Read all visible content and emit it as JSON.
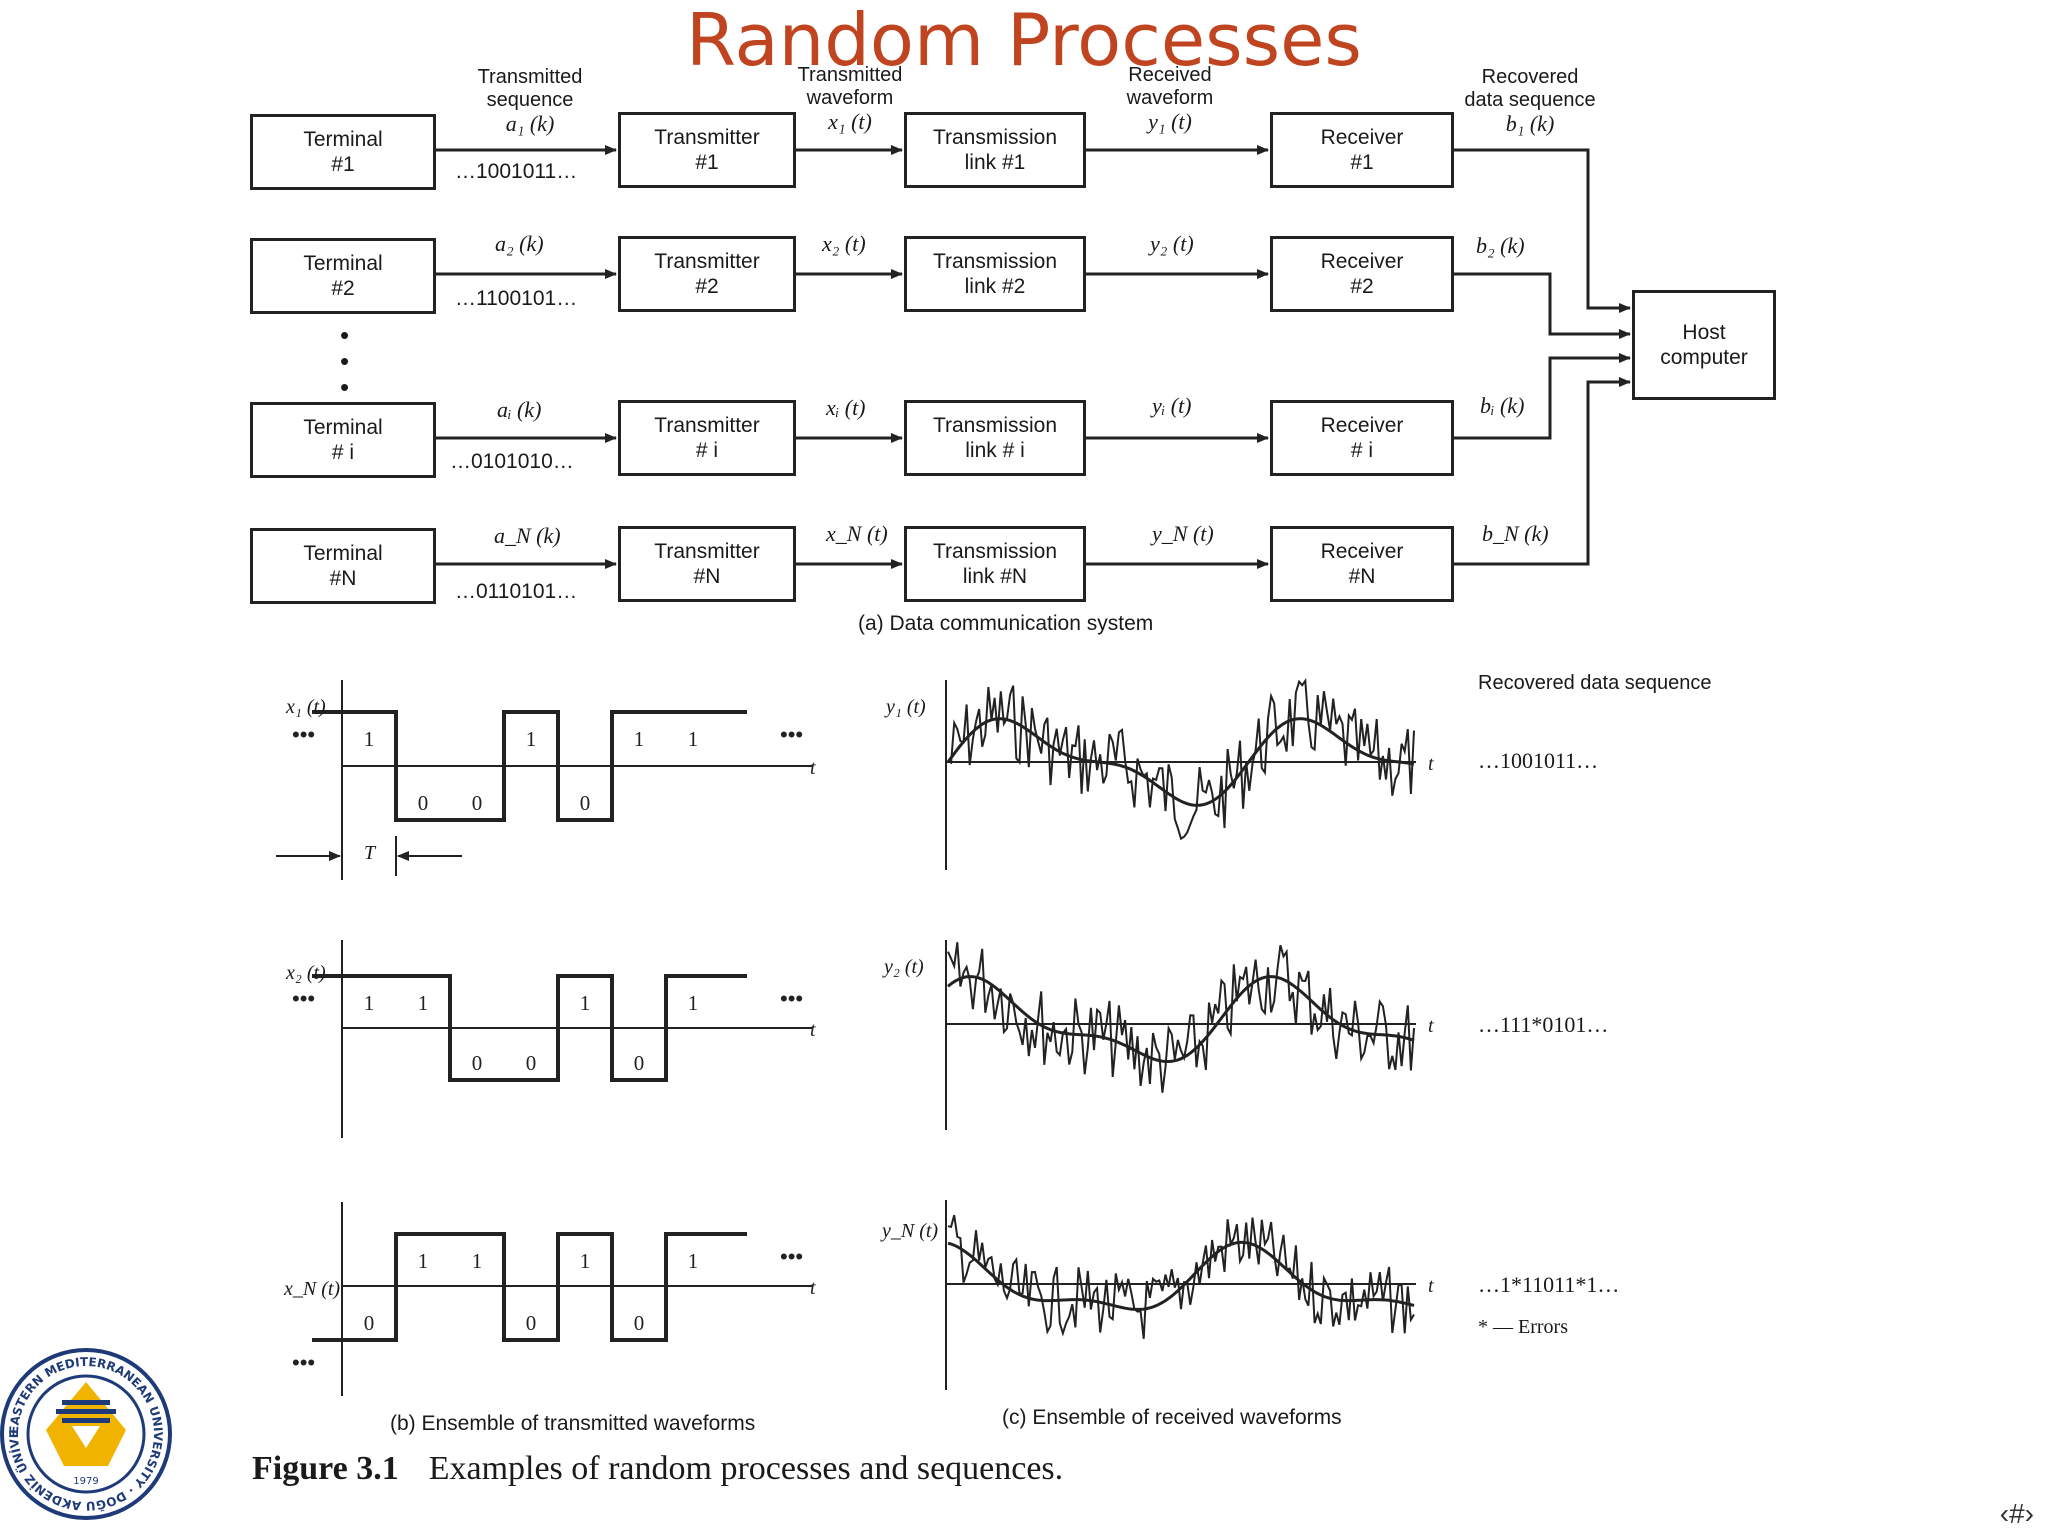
{
  "slide": {
    "title": "Random Processes",
    "page_number": "‹#›"
  },
  "diagram": {
    "column_headers": {
      "transmitted_sequence": [
        "Transmitted",
        "sequence",
        "a₁ (k)"
      ],
      "transmitted_waveform": [
        "Transmitted",
        "waveform",
        "x₁ (t)"
      ],
      "received_waveform": [
        "Received",
        "waveform",
        "y₁ (t)"
      ],
      "recovered_sequence": [
        "Recovered",
        "data sequence",
        "b₁ (k)"
      ]
    },
    "rows": [
      {
        "terminal": [
          "Terminal",
          "#1"
        ],
        "seq_label": "",
        "sequence": "…1001011…",
        "transmitter": [
          "Transmitter",
          "#1"
        ],
        "x_label": "",
        "link": [
          "Transmission",
          "link #1"
        ],
        "y_label": "",
        "receiver": [
          "Receiver",
          "#1"
        ],
        "b_label": ""
      },
      {
        "terminal": [
          "Terminal",
          "#2"
        ],
        "seq_label": "a₂ (k)",
        "sequence": "…1100101…",
        "transmitter": [
          "Transmitter",
          "#2"
        ],
        "x_label": "x₂ (t)",
        "link": [
          "Transmission",
          "link #2"
        ],
        "y_label": "y₂ (t)",
        "receiver": [
          "Receiver",
          "#2"
        ],
        "b_label": "b₂ (k)"
      },
      {
        "terminal": [
          "Terminal",
          "# i"
        ],
        "seq_label": "aᵢ (k)",
        "sequence": "…0101010…",
        "transmitter": [
          "Transmitter",
          "# i"
        ],
        "x_label": "xᵢ (t)",
        "link": [
          "Transmission",
          "link # i"
        ],
        "y_label": "yᵢ (t)",
        "receiver": [
          "Receiver",
          "# i"
        ],
        "b_label": "bᵢ (k)"
      },
      {
        "terminal": [
          "Terminal",
          "#N"
        ],
        "seq_label": "a_N (k)",
        "sequence": "…0110101…",
        "transmitter": [
          "Transmitter",
          "#N"
        ],
        "x_label": "x_N (t)",
        "link": [
          "Transmission",
          "link #N"
        ],
        "y_label": "y_N (t)",
        "receiver": [
          "Receiver",
          "#N"
        ],
        "b_label": "b_N (k)"
      }
    ],
    "host": [
      "Host",
      "computer"
    ],
    "caption_a": "(a) Data communication system"
  },
  "waveforms": {
    "transmitted": [
      {
        "label": "x₁ (t)",
        "bits": [
          1,
          0,
          0,
          1,
          0,
          1,
          1
        ]
      },
      {
        "label": "x₂ (t)",
        "bits": [
          1,
          1,
          0,
          0,
          1,
          0,
          1
        ]
      },
      {
        "label": "x_N (t)",
        "bits": [
          0,
          1,
          1,
          0,
          1,
          0,
          1
        ]
      }
    ],
    "received": [
      {
        "label": "y₁ (t)",
        "recovered": "…1001011…"
      },
      {
        "label": "y₂ (t)",
        "recovered": "…111*0101…"
      },
      {
        "label": "y_N (t)",
        "recovered": "…1*11011*1…"
      }
    ],
    "recovered_header": "Recovered data sequence",
    "errors_note": "* — Errors",
    "period_label": "T",
    "axis_label": "t",
    "caption_b": "(b) Ensemble of transmitted waveforms",
    "caption_c": "(c) Ensemble of received waveforms"
  },
  "figure": {
    "number": "Figure 3.1",
    "caption": "Examples of random processes and sequences."
  },
  "logo": {
    "year": "1979",
    "ring_text": "EASTERN MEDITERRANEAN UNIVERSITY · DOĞU AKDENİZ ÜNİVERSİTESİ",
    "colors": {
      "ring": "#1e3a78",
      "gold": "#f0b400"
    }
  },
  "colors": {
    "title": "#c0441f",
    "line": "#222222"
  }
}
